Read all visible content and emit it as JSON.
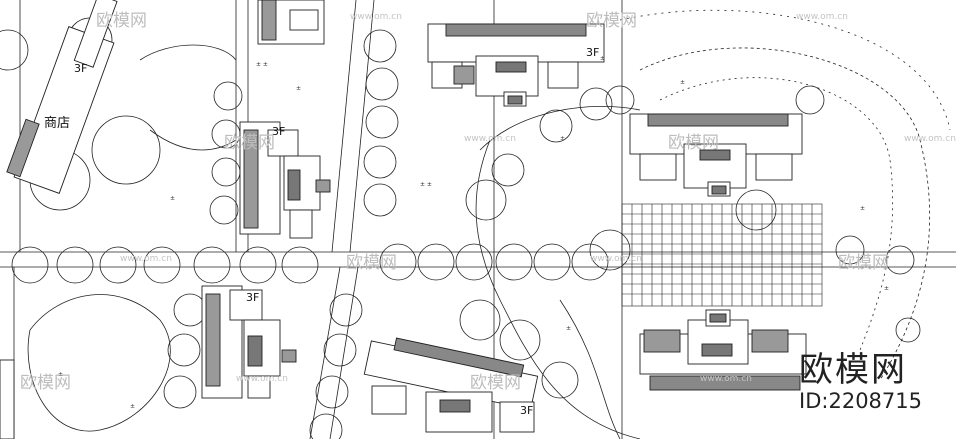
{
  "plan": {
    "floor_labels": [
      "3F",
      "3F",
      "3F",
      "3F"
    ],
    "shop_label": "商店",
    "watermark_text": "欧模网",
    "watermark_url": "www.om.cn",
    "brand_title": "欧模网",
    "brand_id": "ID:2208715"
  }
}
